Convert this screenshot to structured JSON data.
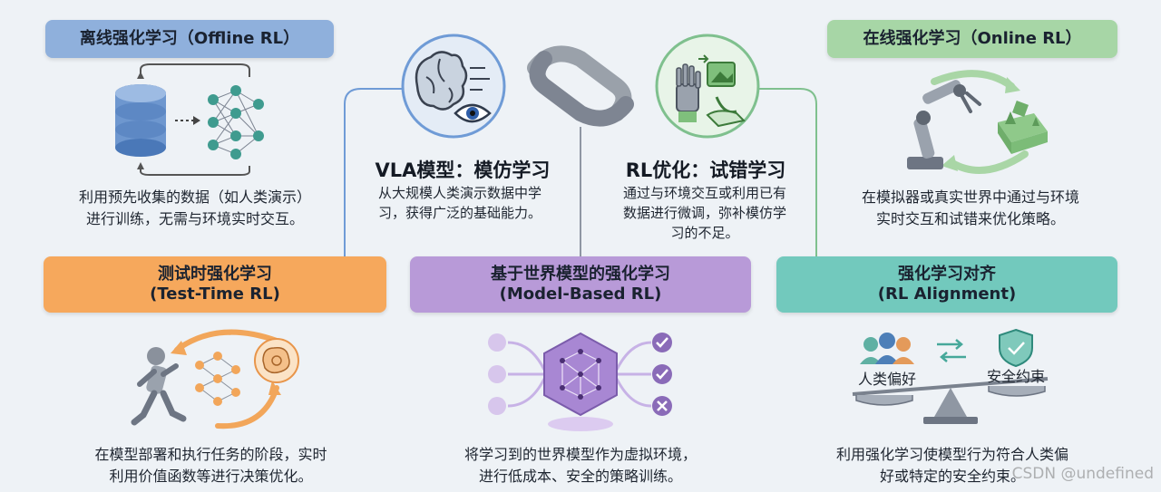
{
  "offline": {
    "title": "离线强化学习（Offline RL）",
    "desc": [
      "利用预先收集的数据（如人类演示）",
      "进行训练，无需与环境实时交互。"
    ],
    "colors": {
      "pill": "#8fb0dc",
      "line": "#6f9bd6"
    }
  },
  "online": {
    "title": "在线强化学习（Online RL）",
    "desc": [
      "在模拟器或真实世界中通过与环境",
      "实时交互和试错来优化策略。"
    ],
    "colors": {
      "pill": "#a7d6a6",
      "line": "#7fc08e"
    }
  },
  "vla": {
    "title": "VLA模型：模仿学习",
    "desc": [
      "从大规模人类演示数据中学",
      "习，获得广泛的基础能力。"
    ]
  },
  "rlopt": {
    "title": "RL优化：试错学习",
    "desc": [
      "通过与环境交互或利用已有",
      "数据进行微调，弥补模仿学",
      "习的不足。"
    ]
  },
  "testtime": {
    "title": [
      "测试时强化学习",
      "(Test-Time RL)"
    ],
    "desc": [
      "在模型部署和执行任务的阶段，实时",
      "利用价值函数等进行决策优化。"
    ],
    "colors": {
      "pill": "#f6a85c"
    }
  },
  "modelbased": {
    "title": [
      "基于世界模型的强化学习",
      "(Model-Based RL)"
    ],
    "desc": [
      "将学习到的世界模型作为虚拟环境，",
      "进行低成本、安全的策略训练。"
    ],
    "colors": {
      "pill": "#b89ad8"
    }
  },
  "alignment": {
    "title": [
      "强化学习对齐",
      "(RL Alignment)"
    ],
    "desc": [
      "利用强化学习使模型行为符合人类偏",
      "好或特定的安全约束。"
    ],
    "labels": {
      "human_pref": "人类偏好",
      "safety": "安全约束"
    },
    "colors": {
      "pill": "#72c9bd"
    }
  },
  "icons": [
    "database-icon",
    "neural-network-icon",
    "brain-icon",
    "eye-icon",
    "chain-link-icon",
    "robot-hand-icon",
    "robot-arm-icon",
    "runner-robot-icon",
    "world-model-icon",
    "check-icon",
    "cross-icon",
    "people-icon",
    "shield-icon",
    "balance-scale-icon"
  ],
  "watermark": "CSDN @undefined"
}
